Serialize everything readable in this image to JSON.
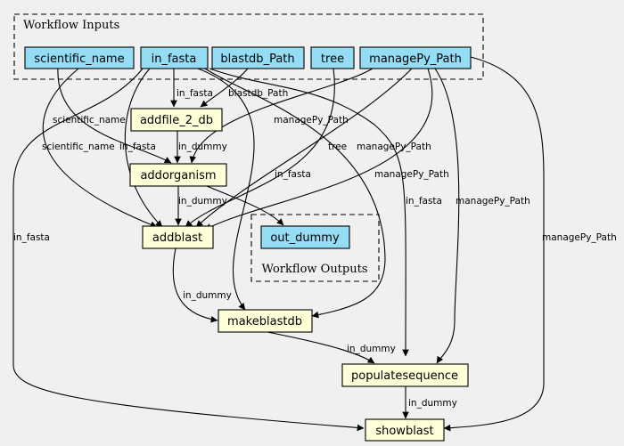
{
  "colors": {
    "input": "#94ddf4",
    "step": "#ffffd8",
    "background": "#f0f0f0",
    "stroke": "#000000"
  },
  "clusters": {
    "inputs": {
      "label": "Workflow Inputs"
    },
    "outputs": {
      "label": "Workflow Outputs"
    }
  },
  "inputs": {
    "scientific_name": "scientific_name",
    "in_fasta": "in_fasta",
    "blastdb_path": "blastdb_Path",
    "tree": "tree",
    "managepy_path": "managePy_Path"
  },
  "steps": {
    "addfile_2_db": "addfile_2_db",
    "addorganism": "addorganism",
    "addblast": "addblast",
    "makeblastdb": "makeblastdb",
    "populatesequence": "populatesequence",
    "showblast": "showblast"
  },
  "outputs": {
    "out_dummy": "out_dummy"
  },
  "edge_labels": {
    "fasta_to_addfile": "in_fasta",
    "blastdb_to_addfile": "blastdb_Path",
    "sci_to_addorganism": "scientific_name",
    "managepy_to_addorganism": "managePy_Path",
    "addfile_to_addorganism": "in_dummy",
    "sci_to_addblast": "scientific_name",
    "fasta_to_addblast": "in_fasta",
    "tree_to_addblast": "tree",
    "managepy_to_addblast_1": "managePy_Path",
    "managepy_to_addblast_2": "managePy_Path",
    "addorganism_to_addblast": "in_dummy",
    "fasta_to_makeblastdb": "in_fasta",
    "addblast_to_makeblastdb": "in_dummy",
    "fasta_to_populate": "in_fasta",
    "managepy_to_populate": "managePy_Path",
    "makeblastdb_to_populate": "in_dummy",
    "fasta_to_showblast": "in_fasta",
    "managepy_to_showblast": "managePy_Path",
    "populate_to_showblast": "in_dummy"
  }
}
